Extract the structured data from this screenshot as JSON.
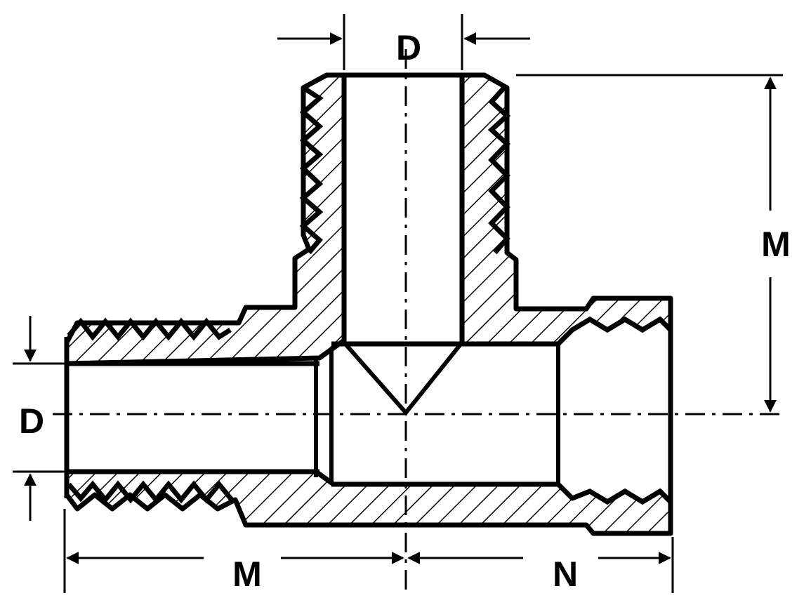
{
  "diagram": {
    "labels": {
      "top_diameter": "D",
      "left_diameter": "D",
      "vertical_length": "M",
      "horizontal_length": "M",
      "socket_length": "N"
    },
    "colors": {
      "ink": "#000000",
      "paper": "#ffffff"
    }
  }
}
